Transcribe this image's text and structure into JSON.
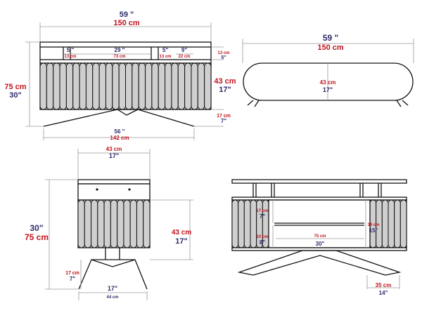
{
  "colors": {
    "inch": "#2c2a6b",
    "cm": "#c2131f",
    "line": "#111111",
    "dim": "#9a9a9a",
    "slat_fill": "#cfcfcf"
  },
  "front": {
    "width_in": "59 \"",
    "width_cm": "150 cm",
    "height_cm": "75 cm",
    "height_in": "30\"",
    "shelf_a_in": "5 \"",
    "shelf_a_cm": "13 cm",
    "shelf_b_in": "29 \"",
    "shelf_b_cm": "73 cm",
    "shelf_c_in": "5\"",
    "shelf_c_cm": "13 cm",
    "shelf_d_in": "9\"",
    "shelf_d_cm": "22 cm",
    "shelf_h_cm": "13 cm",
    "shelf_h_in": "5\"",
    "depth_cm": "43 cm",
    "depth_in": "17\"",
    "leg_h_cm": "17 cm",
    "leg_h_in": "7\"",
    "base_in": "56 \"",
    "base_cm": "142 cm"
  },
  "top": {
    "width_in": "59 \"",
    "width_cm": "150 cm",
    "depth_cm": "43 cm",
    "depth_in": "17\""
  },
  "side": {
    "width_cm": "43 cm",
    "width_in": "17\"",
    "height_in": "30\"",
    "height_cm": "75 cm",
    "body_cm": "43 cm",
    "body_in": "17\"",
    "leg_h_cm": "17 cm",
    "leg_h_in": "7\"",
    "base_in": "17\"",
    "base_cm": "44 cm"
  },
  "back": {
    "upper_cm": "17 cm",
    "upper_in": "7\"",
    "lower_cm": "20 cm",
    "lower_in": "8\"",
    "opening_cm": "75 cm",
    "opening_in": "30\"",
    "cab_h_cm": "39 cm",
    "cab_h_in": "15\"",
    "leg_cm": "35 cm",
    "leg_in": "14\""
  }
}
